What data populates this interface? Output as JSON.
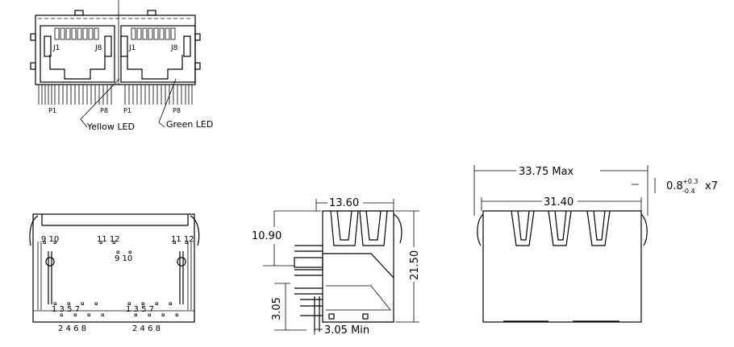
{
  "top_view": {
    "labels": {
      "j1_left": "J1",
      "j8_left": "J8",
      "j1_right": "J1",
      "j8_right": "J8",
      "p1_left": "P1",
      "p8_left": "P8",
      "p1_right": "P1",
      "p8_right": "P8"
    },
    "led_labels": {
      "yellow": "Yellow  LED",
      "green": "Green  LED"
    }
  },
  "front_view": {
    "top_left": "9  10",
    "top_mid": "11 12",
    "top_right": "11 12",
    "mid": "9  10",
    "odd_left": "1  3  5  7",
    "odd_right": "1  3  5  7",
    "even_left": "2  4  6  8",
    "even_right": "2  4  6  8"
  },
  "side_view": {
    "width": "13.60",
    "height_top": "10.90",
    "total_height": "21.50",
    "pin_length": "3.05",
    "min_length": "3.05  Min"
  },
  "rear_view": {
    "max_width": "33.75  Max",
    "width": "31.40",
    "pin_dim_base": "0.8",
    "tol_plus": "+0.3",
    "tol_minus": "-0.4",
    "multiplier": "x7"
  }
}
